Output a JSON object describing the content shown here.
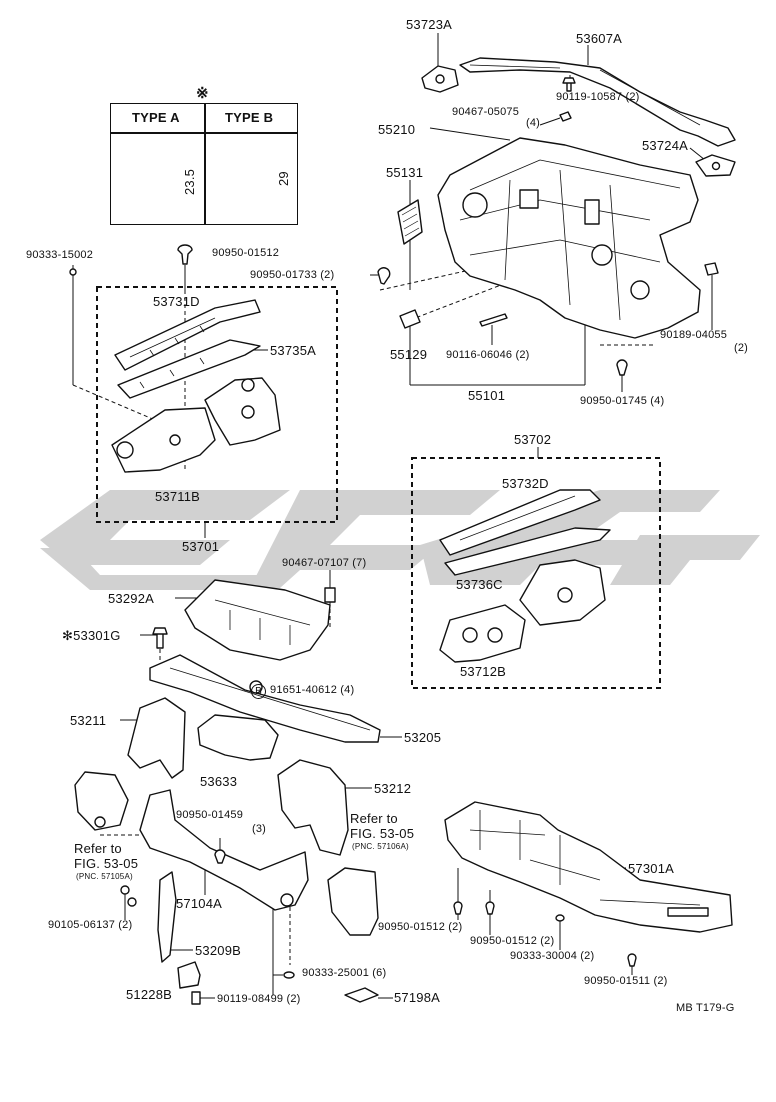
{
  "figure_code": "MB T179-G",
  "watermark": {
    "color": "#c8c8c8"
  },
  "type_legend": {
    "symbol": "※",
    "type_a": {
      "label": "TYPE A",
      "dimension": "23.5"
    },
    "type_b": {
      "label": "TYPE B",
      "dimension": "29"
    }
  },
  "callouts": {
    "p53723A": "53723A",
    "p53607A": "53607A",
    "p90119_10587": "90119-10587 (2)",
    "p90467_05075": "90467-05075",
    "p90467_05075_qty": "(4)",
    "p55210": "55210",
    "p53724A": "53724A",
    "p55131": "55131",
    "p90333_15002": "90333-15002",
    "p90950_01512_top": "90950-01512",
    "p90950_01733": "90950-01733 (2)",
    "p53731D": "53731D",
    "p53735A": "53735A",
    "p55129": "55129",
    "p90116_06046": "90116-06046 (2)",
    "p55101": "55101",
    "p90189_04055": "90189-04055",
    "p90189_04055_qty": "(2)",
    "p90950_01745": "90950-01745 (4)",
    "p53711B": "53711B",
    "p53701": "53701",
    "p53702": "53702",
    "p53732D": "53732D",
    "p53736C": "53736C",
    "p53712B": "53712B",
    "p90467_07107": "90467-07107 (7)",
    "p53292A": "53292A",
    "p53301G": "✻53301G",
    "p91651_40612_marker": "B",
    "p91651_40612": "91651-40612 (4)",
    "p53211": "53211",
    "p53205": "53205",
    "p53633": "53633",
    "p53212": "53212",
    "p90950_01459": "90950-01459",
    "p90950_01459_qty": "(3)",
    "refer_left_1": "Refer to",
    "refer_left_2": "FIG. 53-05",
    "refer_left_3": "(PNC. 57105A)",
    "refer_right_1": "Refer to",
    "refer_right_2": "FIG. 53-05",
    "refer_right_3": "(PNC. 57106A)",
    "p57301A": "57301A",
    "p57104A": "57104A",
    "p90105_06137": "90105-06137 (2)",
    "p90950_01512_a": "90950-01512 (2)",
    "p90950_01512_b": "90950-01512 (2)",
    "p90333_30004": "90333-30004 (2)",
    "p90950_01511": "90950-01511 (2)",
    "p53209B": "53209B",
    "p90333_25001": "90333-25001 (6)",
    "p51228B": "51228B",
    "p90119_08499": "90119-08499 (2)",
    "p57198A": "57198A"
  }
}
